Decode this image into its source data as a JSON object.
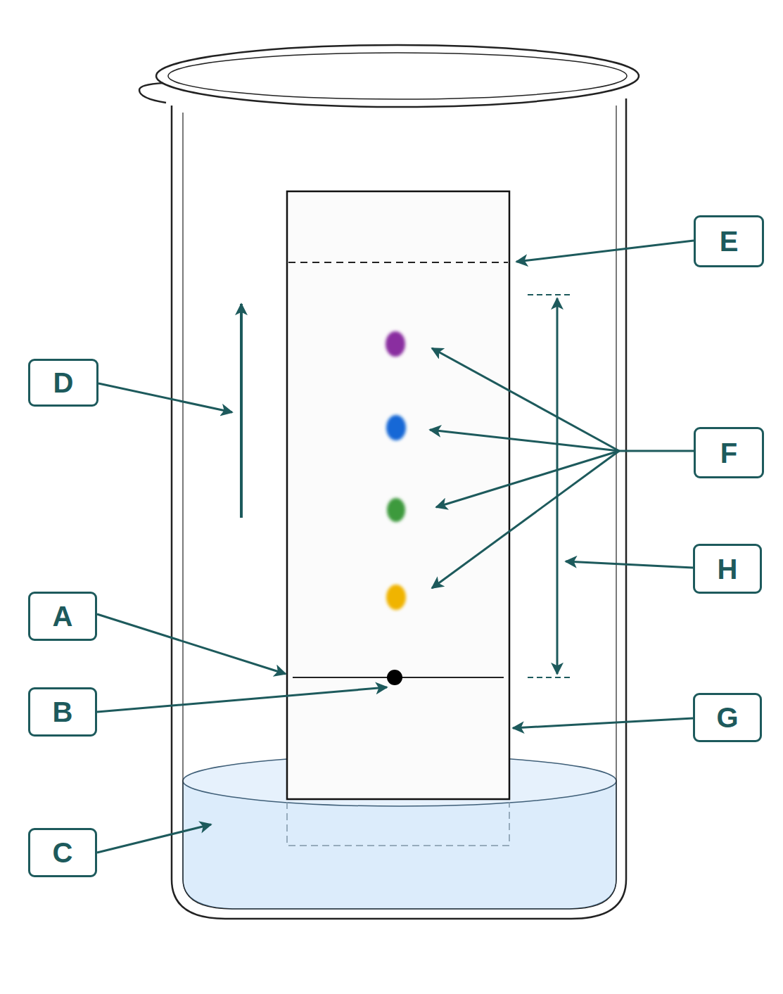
{
  "diagram": {
    "nodes": [
      {
        "text": [
          "E"
        ]
      },
      {
        "text": [
          "D"
        ]
      },
      {
        "text": [
          "F"
        ]
      },
      {
        "text": [
          "H"
        ]
      },
      {
        "text": [
          "A"
        ]
      },
      {
        "text": [
          "B"
        ]
      },
      {
        "text": [
          "G"
        ]
      },
      {
        "text": [
          "C"
        ]
      }
    ]
  }
}
